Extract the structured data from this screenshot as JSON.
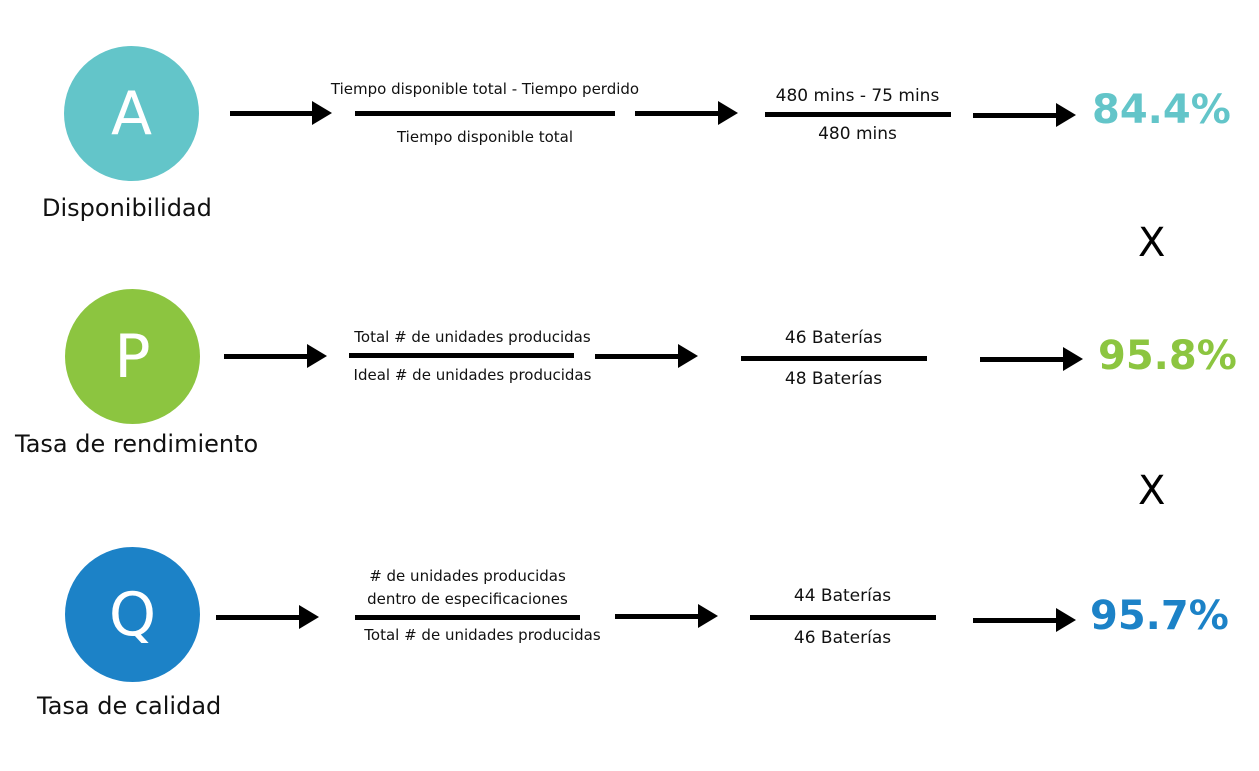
{
  "rows": [
    {
      "letter": "A",
      "label": "Disponibilidad",
      "color": "#63c5c9",
      "formula": {
        "numerator": [
          "Tiempo disponible total - Tiempo perdido"
        ],
        "denominator": "Tiempo disponible total"
      },
      "values": {
        "numerator": "480 mins - 75 mins",
        "denominator": "480 mins"
      },
      "result": "84.4%"
    },
    {
      "letter": "P",
      "label": "Tasa de rendimiento",
      "color": "#8cc540",
      "formula": {
        "numerator": [
          "Total # de unidades producidas"
        ],
        "denominator": "Ideal # de unidades producidas"
      },
      "values": {
        "numerator": "46 Baterías",
        "denominator": "48 Baterías"
      },
      "result": "95.8%"
    },
    {
      "letter": "Q",
      "label": "Tasa de calidad",
      "color": "#1c82c7",
      "formula": {
        "numerator": [
          "# de unidades producidas",
          "dentro de especificaciones"
        ],
        "denominator": "Total # de unidades producidas"
      },
      "values": {
        "numerator": "44 Baterías",
        "denominator": "46 Baterías"
      },
      "result": "95.7%"
    }
  ],
  "operators": [
    "X",
    "X"
  ]
}
